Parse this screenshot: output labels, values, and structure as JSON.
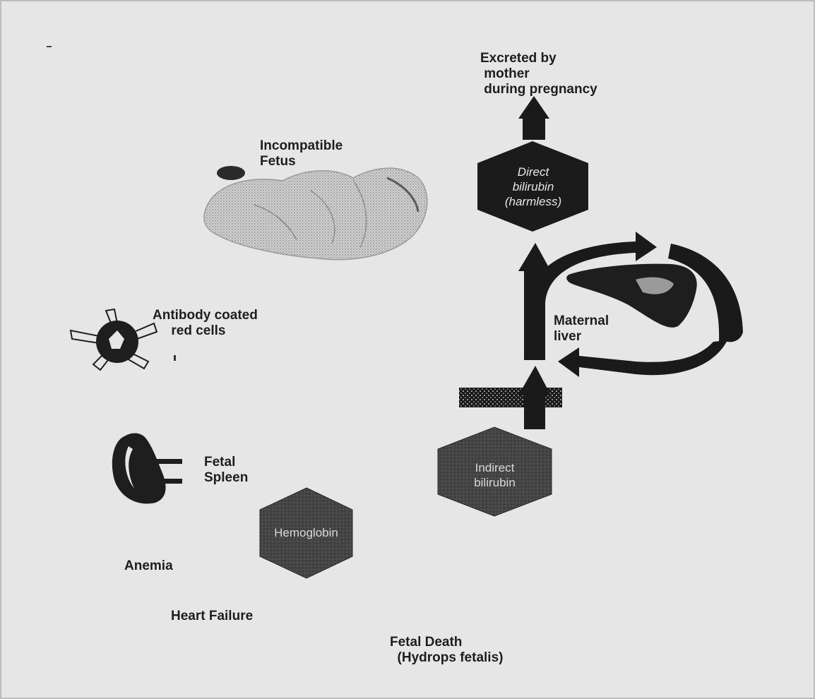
{
  "labels": {
    "excreted": "Excreted by\n mother\n during pregnancy",
    "fetus": "Incompatible\nFetus",
    "antibody": "Antibody coated\n     red cells",
    "maternal_liver": "Maternal\nliver",
    "fetal_spleen": "Fetal\nSpleen",
    "anemia": "Anemia",
    "heart_failure": "Heart Failure",
    "fetal_death": "Fetal Death\n  (Hydrops fetalis)"
  },
  "hexagons": {
    "direct": "Direct\nbilirubin\n(harmless)",
    "indirect": "Indirect\nbilirubin",
    "hemoglobin": "Hemoglobin"
  },
  "colors": {
    "background": "#e6e6e6",
    "ink": "#1e1e1e",
    "hex_dark": "#1b1b1b",
    "hex_mid": "#4a4a4a",
    "hex_text": "#e8e8e8"
  }
}
